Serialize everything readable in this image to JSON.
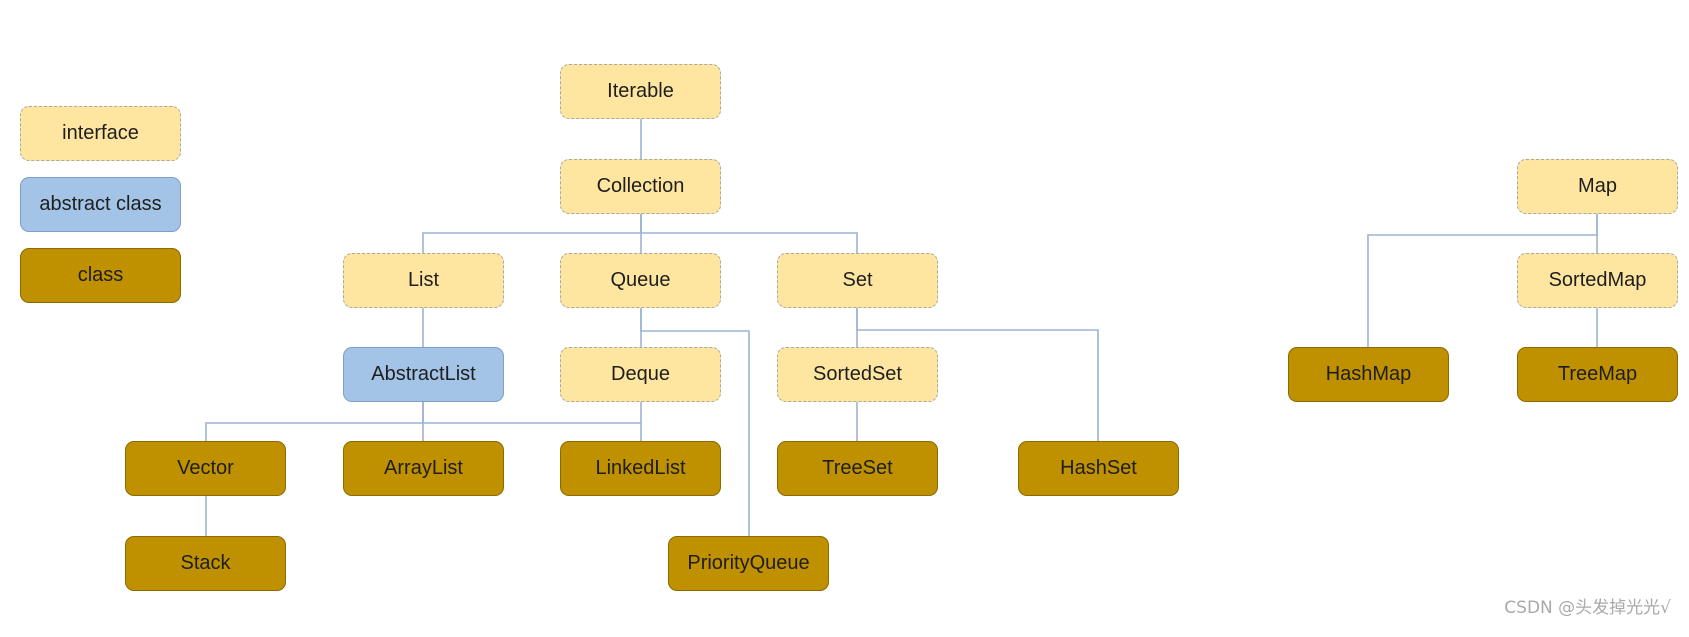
{
  "legend": {
    "interface": "interface",
    "abstract_class": "abstract class",
    "class": "class"
  },
  "nodes": {
    "iterable": "Iterable",
    "collection": "Collection",
    "list": "List",
    "queue": "Queue",
    "set": "Set",
    "abstract_list": "AbstractList",
    "deque": "Deque",
    "sorted_set": "SortedSet",
    "vector": "Vector",
    "array_list": "ArrayList",
    "linked_list": "LinkedList",
    "tree_set": "TreeSet",
    "hash_set": "HashSet",
    "stack": "Stack",
    "priority_queue": "PriorityQueue",
    "map": "Map",
    "sorted_map": "SortedMap",
    "hash_map": "HashMap",
    "tree_map": "TreeMap"
  },
  "colors": {
    "interface_fill": "#fee6a1",
    "abstract_fill": "#a3c4e6",
    "class_fill": "#bf9000",
    "connector": "#9bb3d6",
    "arrow": "#4f7fc0"
  },
  "watermark": "CSDN @头发掉光光√"
}
